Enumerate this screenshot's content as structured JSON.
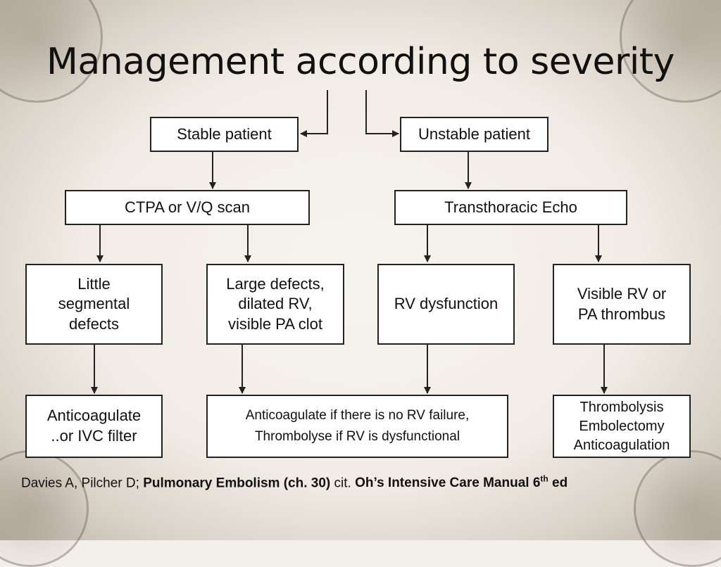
{
  "title": "Management according to severity",
  "nodes": {
    "stable": "Stable patient",
    "unstable": "Unstable patient",
    "ctpa": "CTPA or V/Q scan",
    "echo": "Transthoracic Echo",
    "little_l1": "Little",
    "little_l2": "segmental",
    "little_l3": "defects",
    "large_l1": "Large defects,",
    "large_l2": "dilated RV,",
    "large_l3": "visible PA clot",
    "rvdys": "RV dysfunction",
    "visible_l1": "Visible RV or",
    "visible_l2": "PA thrombus",
    "anticoag_l1": "Anticoagulate",
    "anticoag_l2": "..or IVC filter",
    "mid_l1": "Anticoagulate if there is no RV failure,",
    "mid_l2": "Thrombolyse if RV is dysfunctional",
    "thromb_l1": "Thrombolysis",
    "thromb_l2": "Embolectomy",
    "thromb_l3": "Anticoagulation"
  },
  "citation": {
    "authors": "Davies A, Pilcher D;",
    "chapter": "Pulmonary Embolism (ch. 30)",
    "cit": "cit.",
    "book": "Oh’s  Intensive Care Manual 6",
    "sup": "th",
    "ed": " ed"
  }
}
